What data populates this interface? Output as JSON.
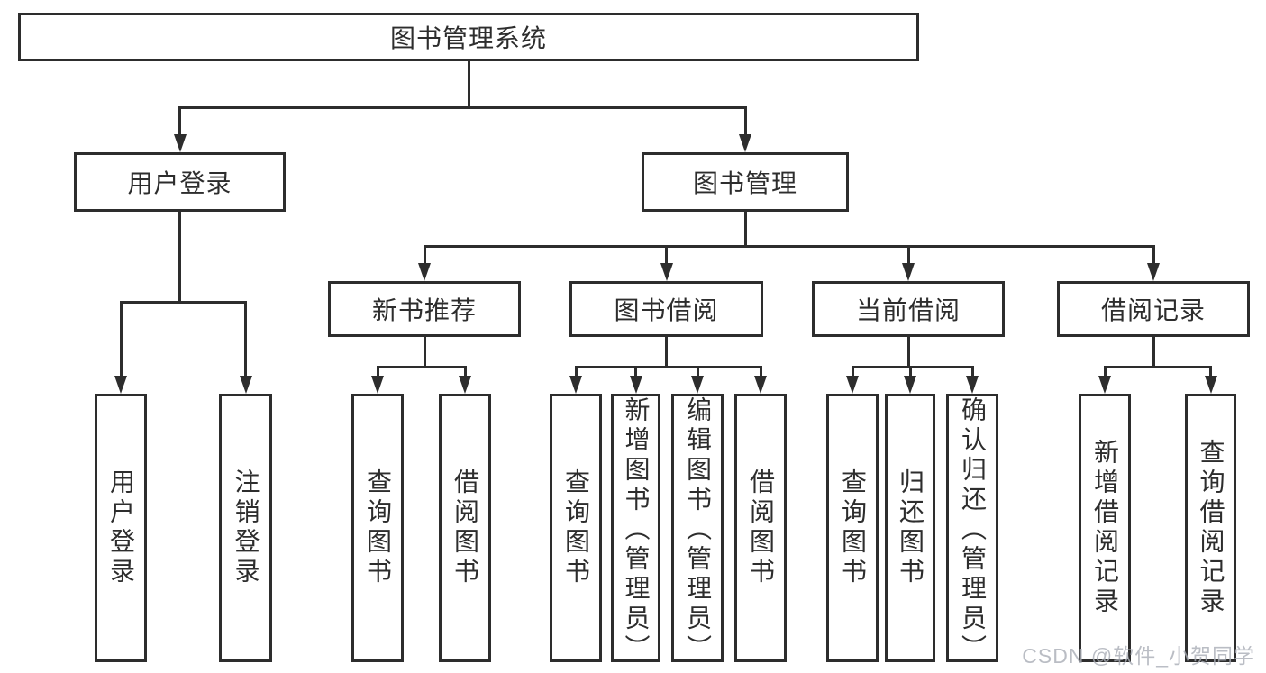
{
  "watermark": "CSDN @软件_小贺同学",
  "colors": {
    "line": "#2d2d2d",
    "box_border": "#2d2d2d",
    "text": "#2d2d2d",
    "background": "#ffffff",
    "watermark": "#a9adb6"
  },
  "diagram": {
    "type": "hierarchy-tree",
    "title": "图书管理系统",
    "nodes": [
      {
        "id": "root",
        "label": "图书管理系统",
        "parent": null,
        "orientation": "horizontal"
      },
      {
        "id": "login",
        "label": "用户登录",
        "parent": "root",
        "orientation": "horizontal"
      },
      {
        "id": "mgmt",
        "label": "图书管理",
        "parent": "root",
        "orientation": "horizontal"
      },
      {
        "id": "recommend",
        "label": "新书推荐",
        "parent": "mgmt",
        "orientation": "horizontal"
      },
      {
        "id": "borrow",
        "label": "图书借阅",
        "parent": "mgmt",
        "orientation": "horizontal"
      },
      {
        "id": "current",
        "label": "当前借阅",
        "parent": "mgmt",
        "orientation": "horizontal"
      },
      {
        "id": "record",
        "label": "借阅记录",
        "parent": "mgmt",
        "orientation": "horizontal"
      },
      {
        "id": "leaf-user-login",
        "label": "用户登录",
        "parent": "login",
        "orientation": "vertical"
      },
      {
        "id": "leaf-logout",
        "label": "注销登录",
        "parent": "login",
        "orientation": "vertical"
      },
      {
        "id": "leaf-rec-query",
        "label": "查询图书",
        "parent": "recommend",
        "orientation": "vertical"
      },
      {
        "id": "leaf-rec-borrow",
        "label": "借阅图书",
        "parent": "recommend",
        "orientation": "vertical"
      },
      {
        "id": "leaf-bor-query",
        "label": "查询图书",
        "parent": "borrow",
        "orientation": "vertical"
      },
      {
        "id": "leaf-bor-add",
        "label": "新增图书（管理员）",
        "parent": "borrow",
        "orientation": "vertical"
      },
      {
        "id": "leaf-bor-edit",
        "label": "编辑图书（管理员）",
        "parent": "borrow",
        "orientation": "vertical"
      },
      {
        "id": "leaf-bor-borrow",
        "label": "借阅图书",
        "parent": "borrow",
        "orientation": "vertical"
      },
      {
        "id": "leaf-cur-query",
        "label": "查询图书",
        "parent": "current",
        "orientation": "vertical"
      },
      {
        "id": "leaf-cur-return",
        "label": "归还图书",
        "parent": "current",
        "orientation": "vertical"
      },
      {
        "id": "leaf-cur-confirm",
        "label": "确认归还（管理员）",
        "parent": "current",
        "orientation": "vertical"
      },
      {
        "id": "leaf-record-add",
        "label": "新增借阅记录",
        "parent": "record",
        "orientation": "vertical"
      },
      {
        "id": "leaf-record-query",
        "label": "查询借阅记录",
        "parent": "record",
        "orientation": "vertical"
      }
    ]
  }
}
